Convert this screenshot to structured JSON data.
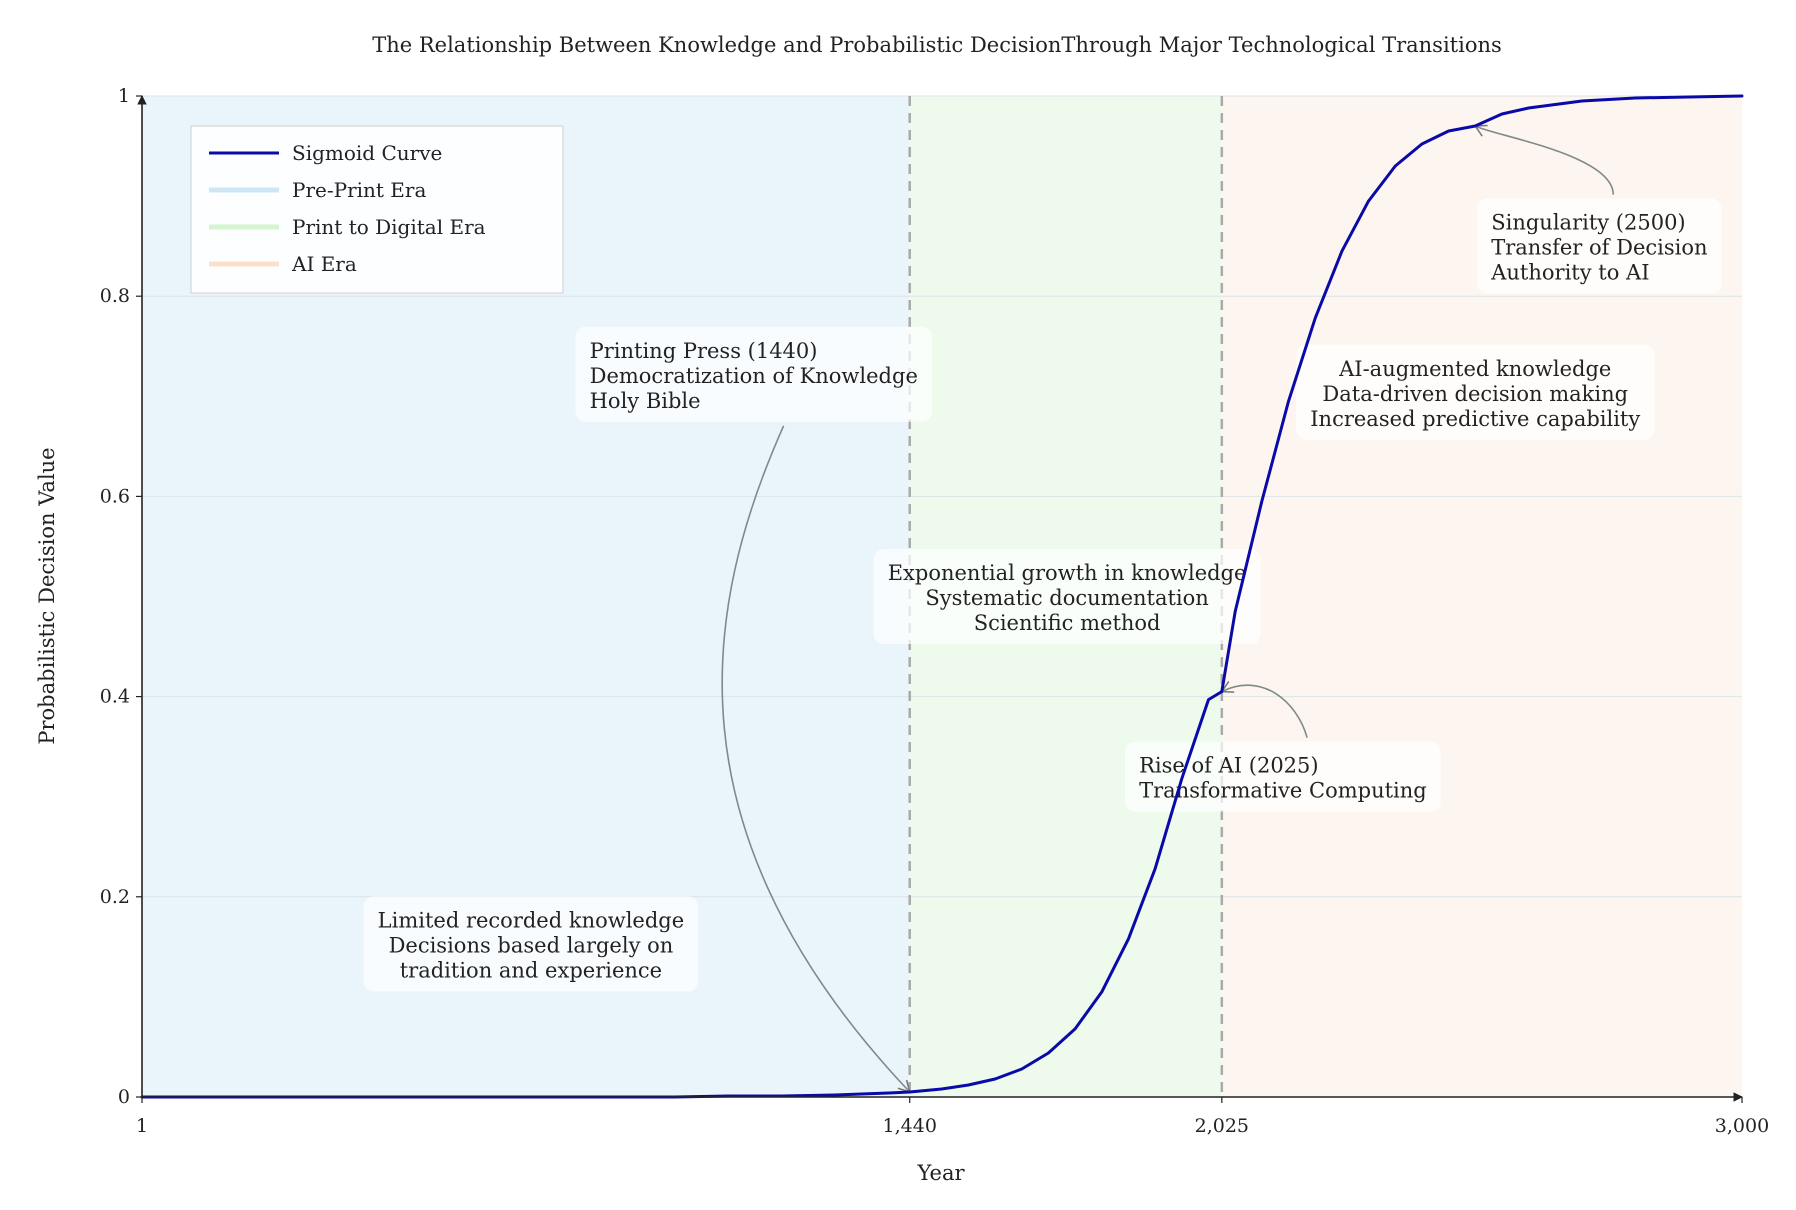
{
  "chart_data": {
    "type": "line",
    "title": "The Relationship Between Knowledge and Probabilistic DecisionThrough Major Technological Transitions",
    "xlabel": "Year",
    "ylabel": "Probabilistic Decision Value",
    "xlim": [
      1,
      3000
    ],
    "ylim": [
      0,
      1
    ],
    "x_ticks": [
      1,
      1440,
      2025,
      3000
    ],
    "x_tick_labels": [
      "1",
      "1,440",
      "2,025",
      "3,000"
    ],
    "y_ticks": [
      0,
      0.2,
      0.4,
      0.6,
      0.8,
      1
    ],
    "y_tick_labels": [
      "0",
      "0.2",
      "0.4",
      "0.6",
      "0.8",
      "1"
    ],
    "grid": true,
    "legend_position": "top-left",
    "series": [
      {
        "name": "Sigmoid Curve",
        "color": "#0a0aa8",
        "x": [
          1,
          200,
          400,
          600,
          800,
          1000,
          1100,
          1200,
          1300,
          1400,
          1440,
          1500,
          1550,
          1600,
          1650,
          1700,
          1750,
          1800,
          1850,
          1900,
          1950,
          2000,
          2025,
          2050,
          2100,
          2150,
          2200,
          2250,
          2300,
          2350,
          2400,
          2450,
          2500,
          2550,
          2600,
          2700,
          2800,
          2900,
          3000
        ],
        "y": [
          0,
          0,
          0,
          0,
          0,
          0,
          0.001,
          0.001,
          0.002,
          0.004,
          0.005,
          0.008,
          0.012,
          0.018,
          0.028,
          0.044,
          0.068,
          0.105,
          0.158,
          0.228,
          0.318,
          0.397,
          0.405,
          0.485,
          0.595,
          0.695,
          0.778,
          0.845,
          0.895,
          0.93,
          0.952,
          0.965,
          0.97,
          0.982,
          0.988,
          0.995,
          0.998,
          0.999,
          1.0
        ]
      }
    ],
    "eras": [
      {
        "name": "Pre-Print Era",
        "from": 1,
        "to": 1440,
        "color": "#eaf5fb",
        "legend_color": "#cfe6f6"
      },
      {
        "name": "Print to Digital Era",
        "from": 1440,
        "to": 2025,
        "color": "#eefbec",
        "legend_color": "#d4f5cf"
      },
      {
        "name": "AI Era",
        "from": 2025,
        "to": 3000,
        "color": "#fdf6f0",
        "legend_color": "#fbe0cc"
      }
    ],
    "vertical_lines": [
      1440,
      2025
    ],
    "annotations": [
      {
        "lines": [
          "Limited recorded knowledge",
          "Decisions based largely on",
          "tradition and experience"
        ],
        "align": "center",
        "x": 730,
        "y": 0.153
      },
      {
        "lines": [
          "Printing Press (1440)",
          "Democratization of Knowledge",
          "Holy Bible"
        ],
        "align": "left",
        "x": 840,
        "y": 0.722,
        "arrow_to": {
          "x": 1440,
          "y": 0.005
        }
      },
      {
        "lines": [
          "Exponential growth in knowledge",
          "Systematic documentation",
          "Scientific method"
        ],
        "align": "center",
        "x": 1735,
        "y": 0.5
      },
      {
        "lines": [
          "Rise of AI (2025)",
          "Transformative Computing"
        ],
        "align": "left",
        "x": 1870,
        "y": 0.32,
        "arrow_to": {
          "x": 2025,
          "y": 0.405
        }
      },
      {
        "lines": [
          "AI-augmented knowledge",
          "Data-driven decision making",
          "Increased predictive capability"
        ],
        "align": "center",
        "x": 2500,
        "y": 0.704
      },
      {
        "lines": [
          "Singularity (2500)",
          "Transfer of Decision",
          "Authority to AI"
        ],
        "align": "left",
        "x": 2530,
        "y": 0.85,
        "arrow_to": {
          "x": 2500,
          "y": 0.97
        }
      }
    ]
  }
}
